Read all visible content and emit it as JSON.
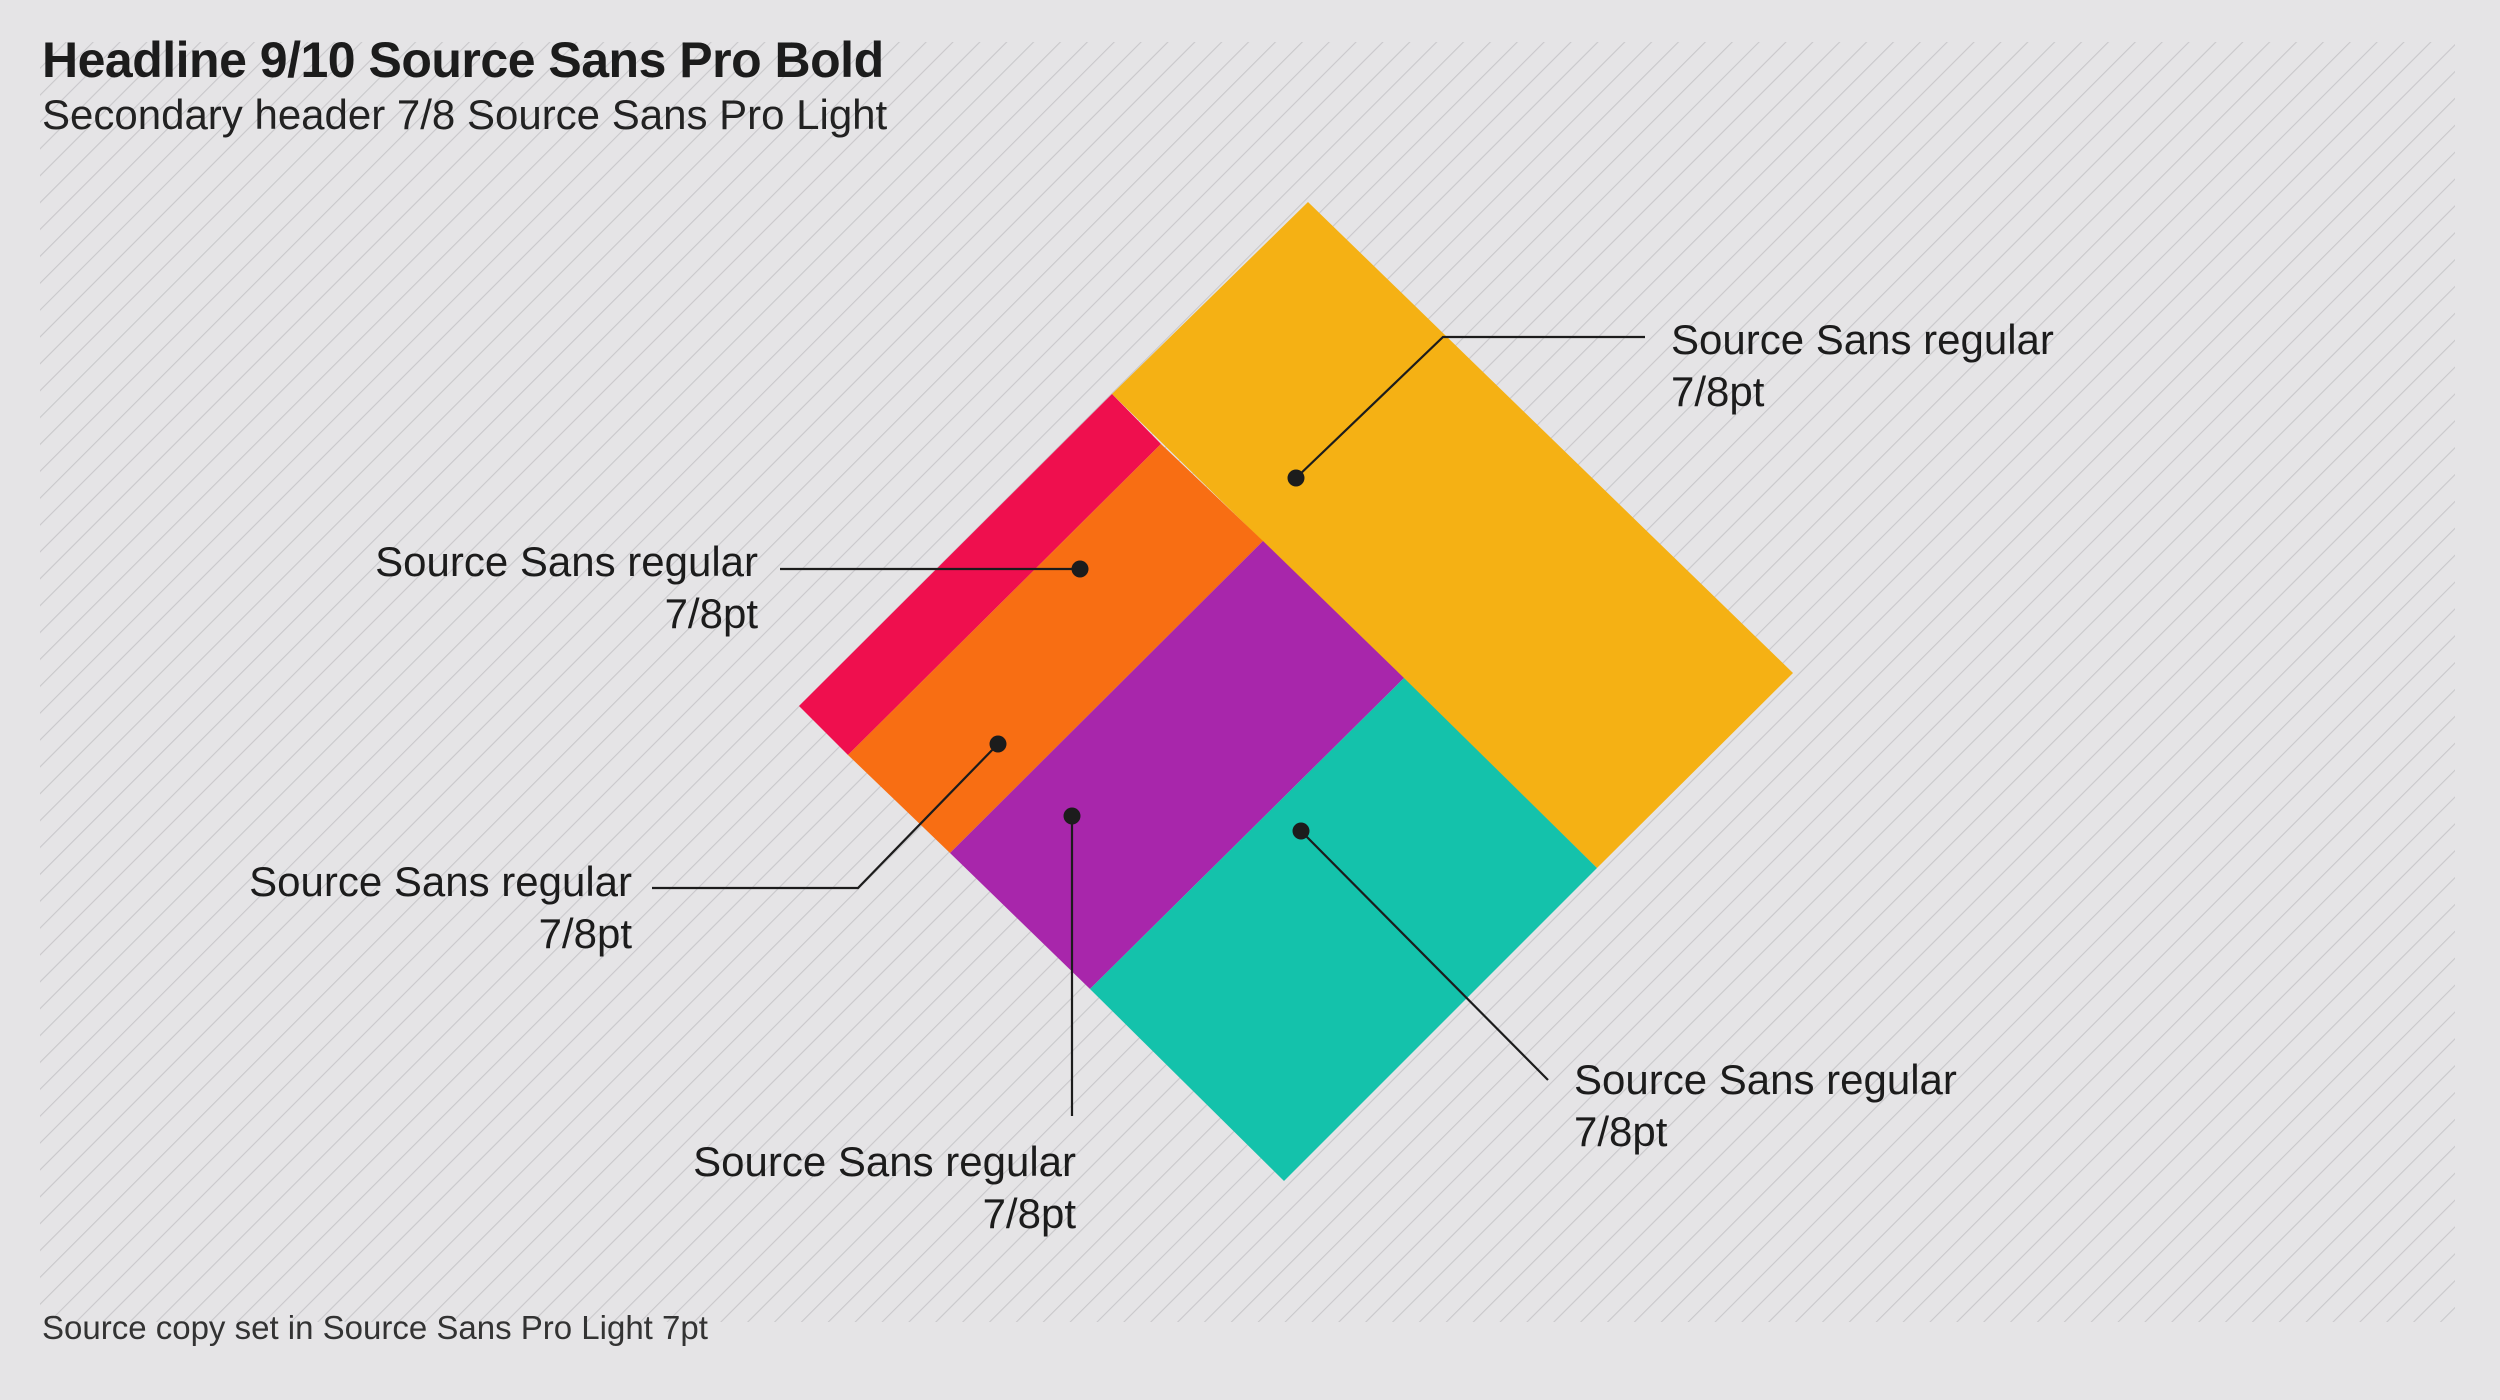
{
  "header": {
    "headline": "Headline 9/10 Source Sans Pro Bold",
    "subheader": "Secondary header 7/8 Source Sans Pro Light"
  },
  "footer": {
    "source": "Source copy set in Source Sans Pro Light 7pt"
  },
  "colors": {
    "background": "#e5e4e6",
    "hatch": "#c9c8cb",
    "yellow": "#f5b114",
    "red": "#ef0f4e",
    "orange": "#f86e13",
    "purple": "#a826ab",
    "teal": "#14c2ab",
    "leader": "#1c1c1c"
  },
  "callouts": {
    "top_right": {
      "line1": "Source Sans regular",
      "line2": "7/8pt"
    },
    "top_left": {
      "line1": "Source Sans regular",
      "line2": "7/8pt"
    },
    "mid_left": {
      "line1": "Source Sans regular",
      "line2": "7/8pt"
    },
    "bottom": {
      "line1": "Source Sans regular",
      "line2": "7/8pt"
    },
    "bottom_right": {
      "line1": "Source Sans regular",
      "line2": "7/8pt"
    }
  }
}
